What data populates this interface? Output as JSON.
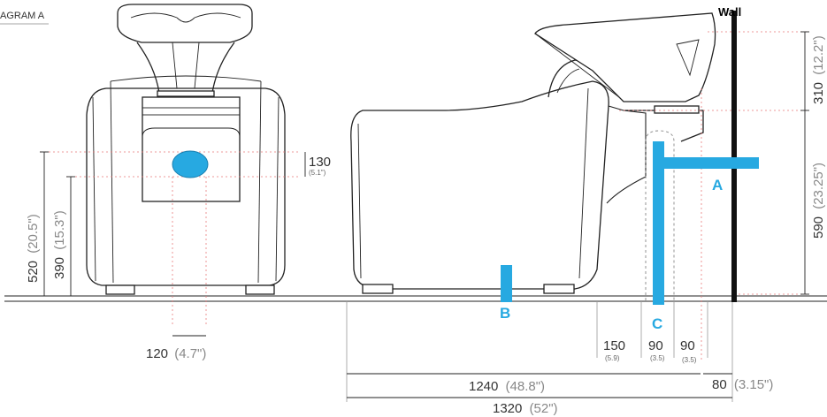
{
  "diagram": {
    "header": "AGRAM A",
    "wall_label": "Wall",
    "points": [
      "A",
      "B",
      "C"
    ],
    "front_view": {
      "drain_height": {
        "value": "130",
        "inch": "(5.1\")"
      },
      "height_a": {
        "value": "520",
        "inch": "(20.5\")"
      },
      "height_b": {
        "value": "390",
        "inch": "(15.3\")"
      },
      "width": {
        "value": "120",
        "inch": "(4.7\")"
      }
    },
    "side_view": {
      "top_height": {
        "value": "310",
        "inch": "(12.2\")"
      },
      "mid_height": {
        "value": "590",
        "inch": "(23.25\")"
      },
      "offset_a": {
        "value": "150",
        "inch": "(5.9)"
      },
      "offset_b": {
        "value": "90",
        "inch": "(3.5)"
      },
      "offset_c": {
        "value": "90",
        "inch": "(3.5)"
      },
      "length": {
        "value": "1240",
        "inch": "(48.8\")"
      },
      "wall_gap": {
        "value": "80",
        "inch": "(3.15\")"
      },
      "total_length": {
        "value": "1320",
        "inch": "(52\")"
      }
    },
    "colors": {
      "accent": "#27a9e1",
      "outline": "#222222",
      "guide": "#e87a7a",
      "wall": "#111111"
    }
  }
}
